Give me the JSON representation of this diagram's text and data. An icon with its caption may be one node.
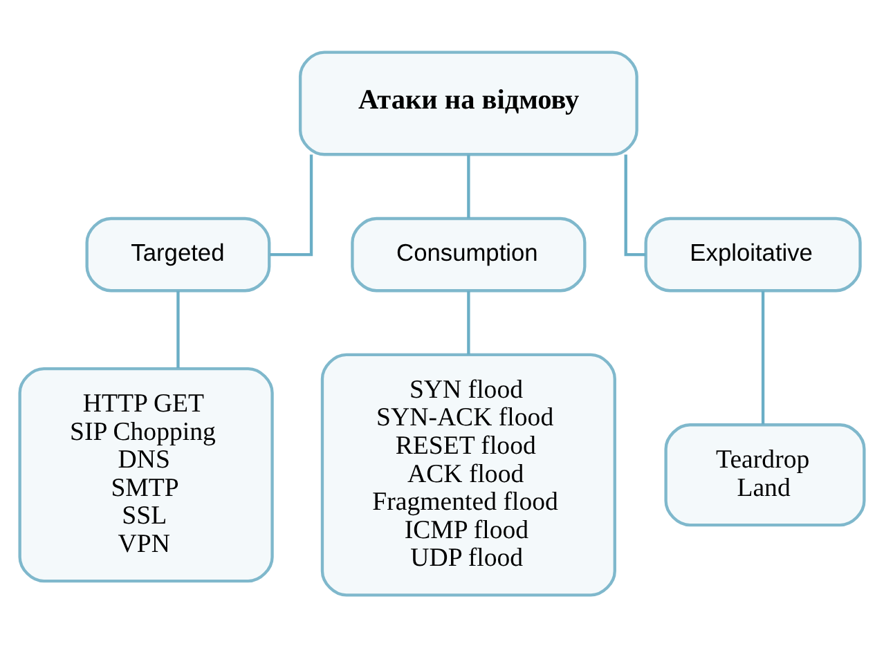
{
  "diagram": {
    "nodes": [
      {
        "text": [
          "Атаки на відмову"
        ]
      },
      {
        "text": [
          "Targeted"
        ]
      },
      {
        "text": [
          "Consumption"
        ]
      },
      {
        "text": [
          "Exploitative"
        ]
      },
      {
        "text": [
          "HTTP GET",
          "SIP Chopping",
          "DNS",
          "SMTP",
          "SSL",
          "VPN"
        ]
      },
      {
        "text": [
          "SYN flood",
          "SYN-ACK flood",
          "RESET flood",
          "ACK flood",
          "Fragmented flood",
          "ICMP flood",
          "UDP flood"
        ]
      },
      {
        "text": [
          "Teardrop",
          "Land"
        ]
      }
    ],
    "edges": [
      {
        "from": 0,
        "to": 1,
        "arrow": "none"
      },
      {
        "from": 0,
        "to": 2,
        "arrow": "none"
      },
      {
        "from": 0,
        "to": 3,
        "arrow": "none"
      },
      {
        "from": 1,
        "to": 4,
        "arrow": "none"
      },
      {
        "from": 2,
        "to": 5,
        "arrow": "none"
      },
      {
        "from": 3,
        "to": 6,
        "arrow": "none"
      }
    ]
  }
}
